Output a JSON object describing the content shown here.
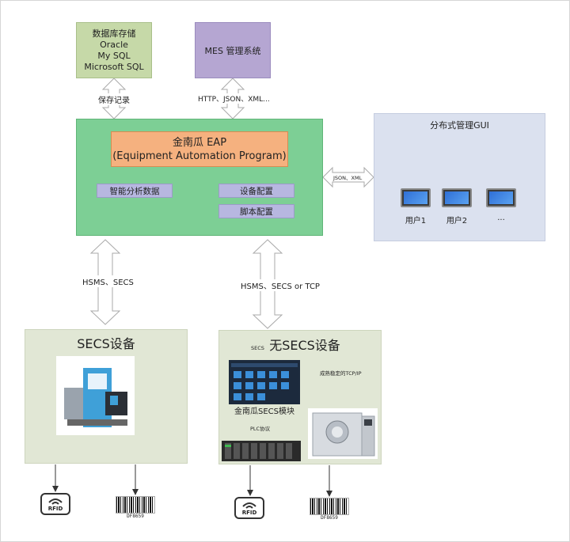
{
  "database": {
    "title": "数据库存储",
    "items": [
      "Oracle",
      "My SQL",
      "Microsoft SQL"
    ],
    "link_label": "保存记录"
  },
  "mes": {
    "title": "MES 管理系统",
    "link_label": "HTTP、JSON、XML..."
  },
  "eap": {
    "title_line1": "金南瓜 EAP",
    "title_line2": "(Equipment Automation Program)",
    "analysis_label": "智能分析数据",
    "device_config_label": "设备配置",
    "script_config_label": "脚本配置",
    "gui_link_label": "JSON、XML"
  },
  "gui": {
    "title": "分布式管理GUI",
    "users": [
      "用户1",
      "用户2",
      "..."
    ]
  },
  "links": {
    "secs_link_label": "HSMS、SECS",
    "nosecs_link_label": "HSMS、SECS or TCP"
  },
  "secs_device": {
    "title": "SECS设备"
  },
  "nosecs_device": {
    "title": "无SECS设备",
    "secs_label": "SECS",
    "module_label": "金南瓜SECS模块",
    "plc_label": "PLC协议",
    "tcp_label": "成熟稳定的TCP/IP"
  },
  "peripherals": {
    "rfid_label": "RFID",
    "barcode_text": "DF8659"
  },
  "colors": {
    "database": "#c6d9a8",
    "mes": "#b5a6d2",
    "eap": "#7dcf95",
    "eap_title": "#f5b17f",
    "gui": "#dbe1ef",
    "device_box": "#e1e7d5"
  }
}
